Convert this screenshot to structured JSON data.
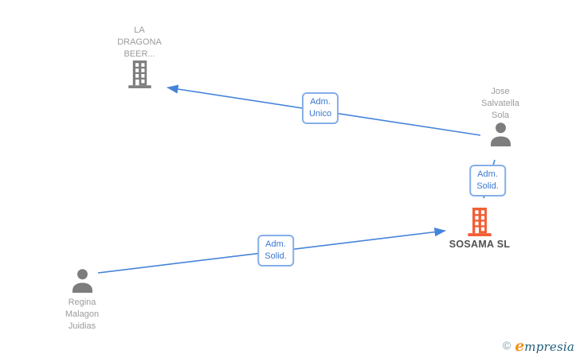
{
  "diagram": {
    "nodes": {
      "la_dragona": {
        "type": "company",
        "name_lines": [
          "LA",
          "DRAGONA",
          "BEER..."
        ]
      },
      "jose": {
        "type": "person",
        "name_lines": [
          "Jose",
          "Salvatella",
          "Sola"
        ]
      },
      "sosama": {
        "type": "company",
        "highlighted": true,
        "label": "SOSAMA SL"
      },
      "regina": {
        "type": "person",
        "name_lines": [
          "Regina",
          "Malagon",
          "Juidias"
        ]
      }
    },
    "edges": [
      {
        "from": "jose",
        "to": "la_dragona",
        "label_lines": [
          "Adm.",
          "Unico"
        ]
      },
      {
        "from": "jose",
        "to": "sosama",
        "label_lines": [
          "Adm.",
          "Solid."
        ]
      },
      {
        "from": "regina",
        "to": "sosama",
        "label_lines": [
          "Adm.",
          "Solid."
        ]
      }
    ],
    "colors": {
      "edge_blue": "#4584d9",
      "edge_label_text": "#3a77d2",
      "edge_label_border": "#85aee8",
      "icon_gray": "#7d7d7d",
      "name_gray": "#9b9b9b",
      "company_highlight_orange": "#f25c33",
      "company_label_dark": "#515151"
    }
  },
  "footer": {
    "copyright_symbol": "©",
    "brand_first_letter": "e",
    "brand_rest": "mpresia"
  }
}
